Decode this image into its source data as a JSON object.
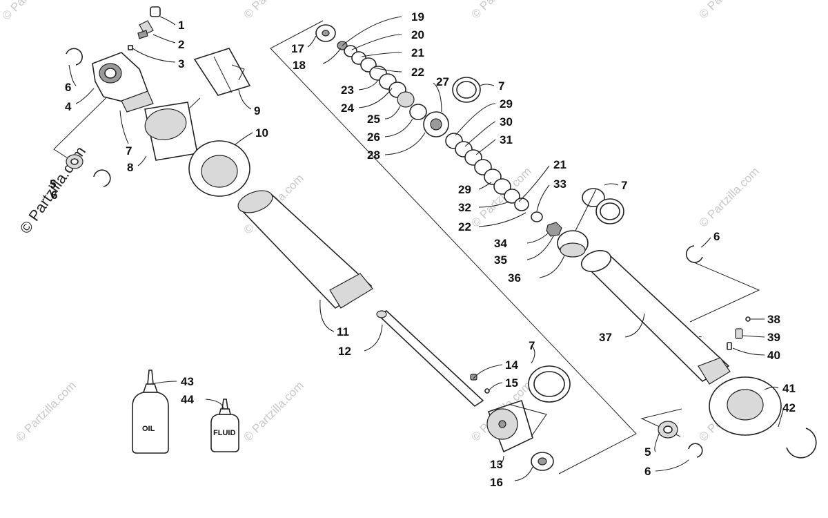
{
  "watermark": {
    "main": "© Partzilla.com",
    "repeat": "© Partzilla.com"
  },
  "bottles": {
    "oil_label": "OIL",
    "fluid_label": "FLUID"
  },
  "callouts": [
    {
      "id": "c1",
      "text": "1"
    },
    {
      "id": "c2",
      "text": "2"
    },
    {
      "id": "c3",
      "text": "3"
    },
    {
      "id": "c4",
      "text": "4"
    },
    {
      "id": "c5a",
      "text": "5"
    },
    {
      "id": "c6a",
      "text": "6"
    },
    {
      "id": "c6b",
      "text": "6"
    },
    {
      "id": "c7a",
      "text": "7"
    },
    {
      "id": "c8",
      "text": "8"
    },
    {
      "id": "c9",
      "text": "9"
    },
    {
      "id": "c10",
      "text": "10"
    },
    {
      "id": "c11",
      "text": "11"
    },
    {
      "id": "c12",
      "text": "12"
    },
    {
      "id": "c13",
      "text": "13"
    },
    {
      "id": "c14",
      "text": "14"
    },
    {
      "id": "c15",
      "text": "15"
    },
    {
      "id": "c16",
      "text": "16"
    },
    {
      "id": "c7b",
      "text": "7"
    },
    {
      "id": "c17",
      "text": "17"
    },
    {
      "id": "c18",
      "text": "18"
    },
    {
      "id": "c19",
      "text": "19"
    },
    {
      "id": "c20",
      "text": "20"
    },
    {
      "id": "c21a",
      "text": "21"
    },
    {
      "id": "c22a",
      "text": "22"
    },
    {
      "id": "c23",
      "text": "23"
    },
    {
      "id": "c24",
      "text": "24"
    },
    {
      "id": "c25",
      "text": "25"
    },
    {
      "id": "c26",
      "text": "26"
    },
    {
      "id": "c27",
      "text": "27"
    },
    {
      "id": "c28",
      "text": "28"
    },
    {
      "id": "c7c",
      "text": "7"
    },
    {
      "id": "c29a",
      "text": "29"
    },
    {
      "id": "c30",
      "text": "30"
    },
    {
      "id": "c31",
      "text": "31"
    },
    {
      "id": "c21b",
      "text": "21"
    },
    {
      "id": "c29b",
      "text": "29"
    },
    {
      "id": "c33",
      "text": "33"
    },
    {
      "id": "c32",
      "text": "32"
    },
    {
      "id": "c22b",
      "text": "22"
    },
    {
      "id": "c7d",
      "text": "7"
    },
    {
      "id": "c34",
      "text": "34"
    },
    {
      "id": "c35",
      "text": "35"
    },
    {
      "id": "c36",
      "text": "36"
    },
    {
      "id": "c6c",
      "text": "6"
    },
    {
      "id": "c37",
      "text": "37"
    },
    {
      "id": "c38",
      "text": "38"
    },
    {
      "id": "c39",
      "text": "39"
    },
    {
      "id": "c40",
      "text": "40"
    },
    {
      "id": "c41",
      "text": "41"
    },
    {
      "id": "c42",
      "text": "42"
    },
    {
      "id": "c5b",
      "text": "5"
    },
    {
      "id": "c6d",
      "text": "6"
    },
    {
      "id": "c43",
      "text": "43"
    },
    {
      "id": "c44",
      "text": "44"
    }
  ]
}
